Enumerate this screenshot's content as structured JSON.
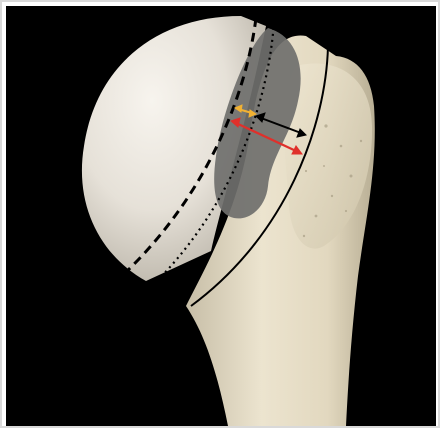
{
  "image": {
    "subject": "humerus-head",
    "background_color": "#000000",
    "bone_color": "#e9e1cc",
    "shaded_region_color": "#6f6f6d",
    "markers": {
      "yellow_arrow_color": "#f2b233",
      "red_arrow_color": "#e0302b",
      "black_arrow_color": "#000000"
    },
    "lines": {
      "dashed": "black-dashed",
      "dotted": "black-dotted",
      "solid": "black-solid"
    }
  }
}
